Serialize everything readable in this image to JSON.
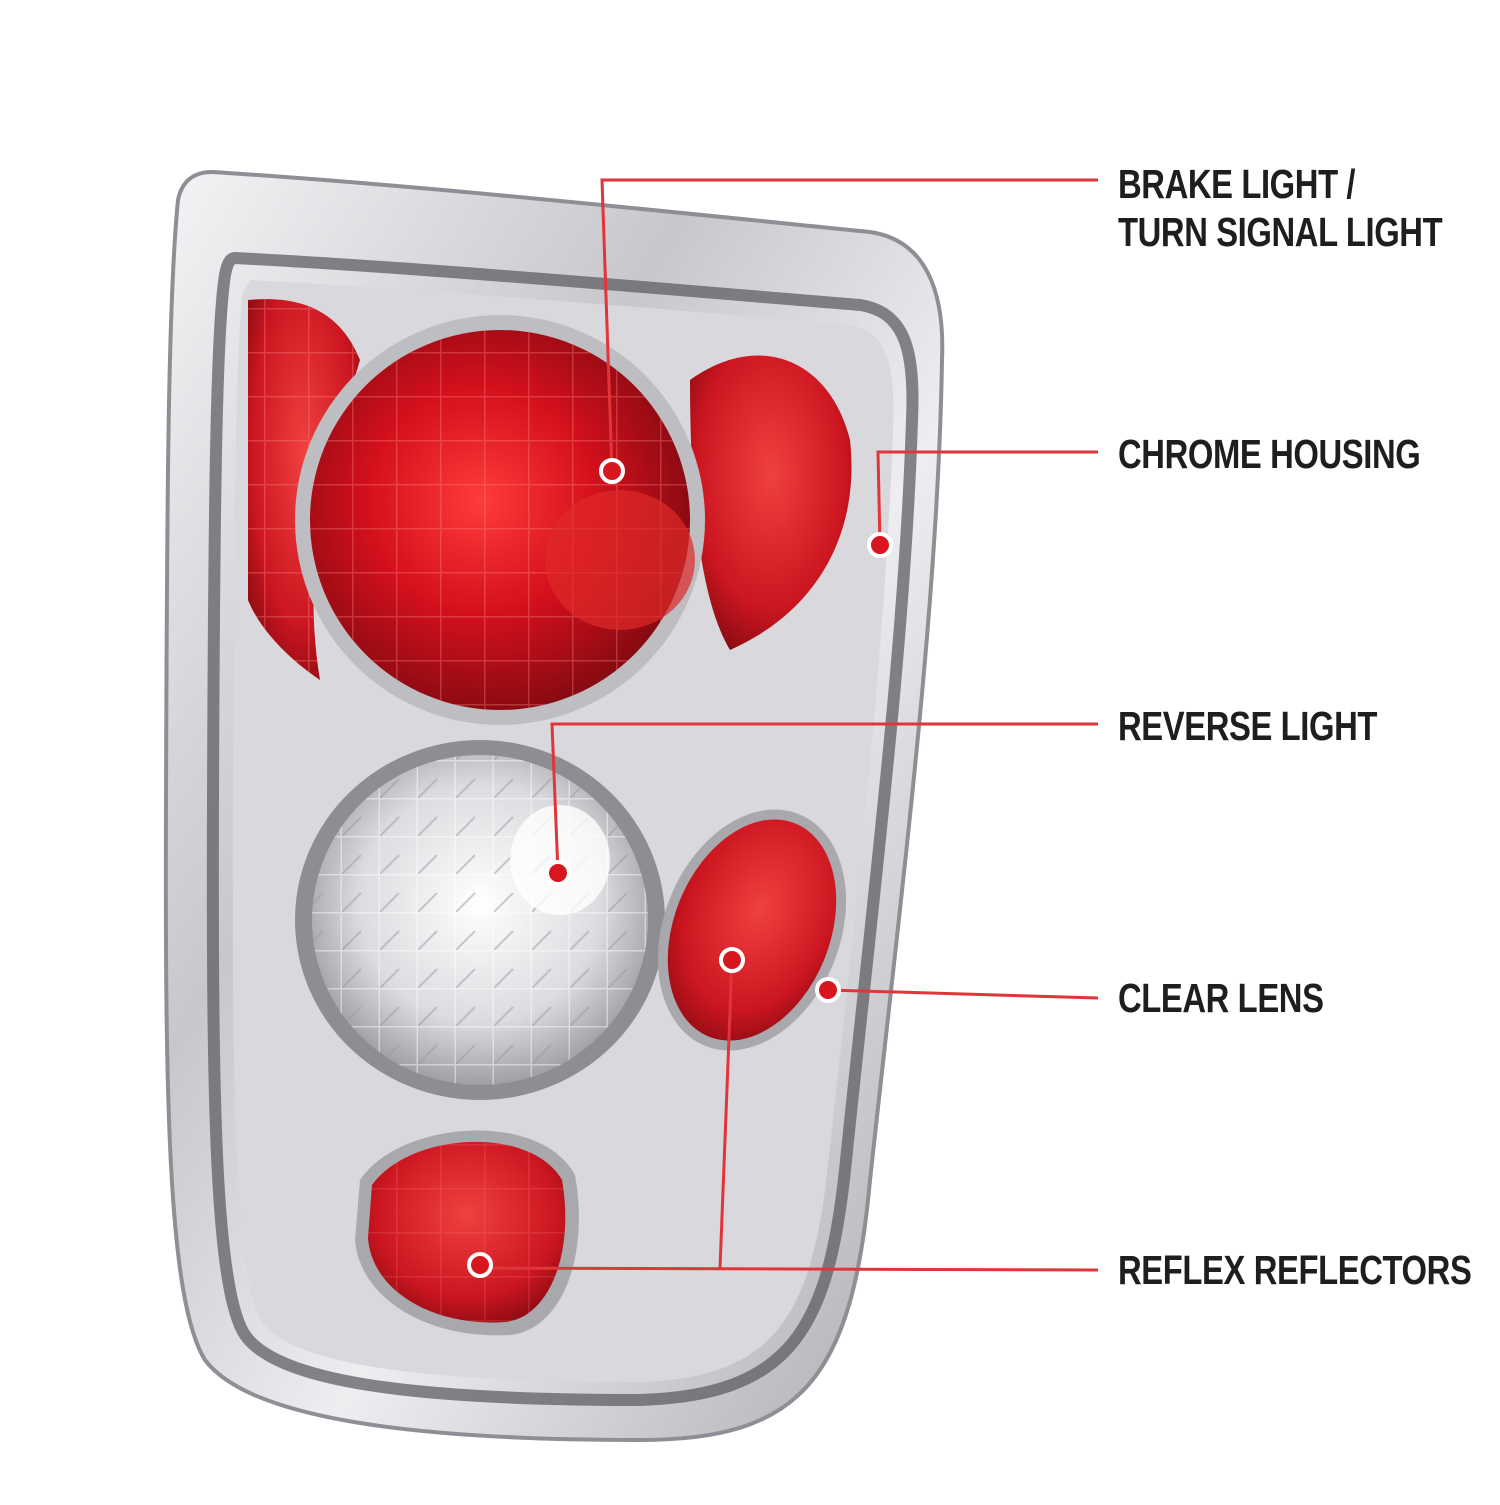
{
  "colors": {
    "leader": "#e0353a",
    "dot": "#d8161e",
    "red_lens": "#d3101c",
    "red_dark": "#8e0a12",
    "chrome": "#c9c9cd",
    "text": "#1e1e1e"
  },
  "callouts": [
    {
      "name": "brake-turn",
      "lines": [
        "BRAKE LIGHT /",
        "TURN SIGNAL LIGHT"
      ]
    },
    {
      "name": "chrome-housing",
      "lines": [
        "CHROME HOUSING"
      ]
    },
    {
      "name": "reverse-light",
      "lines": [
        "REVERSE LIGHT"
      ]
    },
    {
      "name": "clear-lens",
      "lines": [
        "CLEAR LENS"
      ]
    },
    {
      "name": "reflex-reflectors",
      "lines": [
        "REFLEX REFLECTORS"
      ]
    }
  ]
}
